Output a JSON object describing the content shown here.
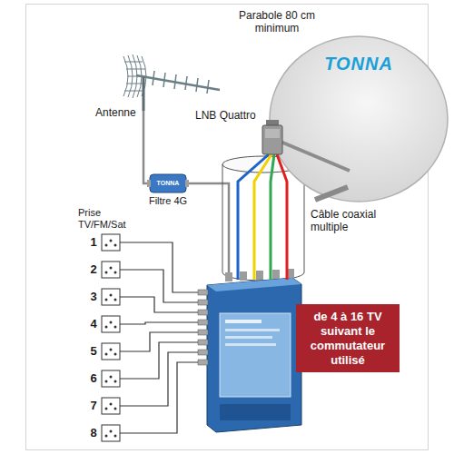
{
  "diagram": {
    "nodes": [
      {
        "text": [
          "Parabole 80 cm minimum",
          "TONNA"
        ]
      },
      {
        "text": [
          "Filtre 4G",
          "TONNA"
        ]
      },
      {
        "text": [
          "de 4 à 16 TV suivant le commutateur utilisé"
        ]
      }
    ],
    "labels": [
      "Antenne",
      "LNB Quattro",
      "Câble coaxial multiple",
      "Prise TV/FM/Sat",
      "1",
      "2",
      "3",
      "4",
      "5",
      "6",
      "7",
      "8"
    ]
  }
}
